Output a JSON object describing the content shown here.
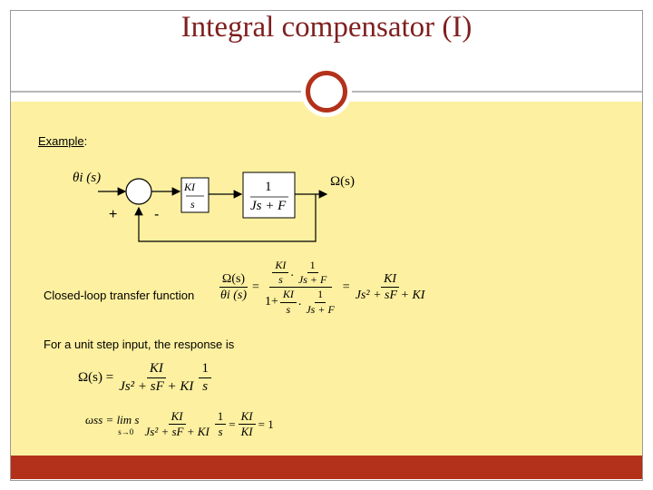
{
  "slide": {
    "title": "Integral compensator (I)",
    "example_label": "Example",
    "example_colon": ":",
    "closed_loop_label": "Closed-loop transfer function",
    "step_label": "For a unit step input, the response is"
  },
  "block_diagram": {
    "input": "θi (s)",
    "output": "Ω(s)",
    "plus": "+",
    "minus": "-",
    "controller_num": "KI",
    "controller_den": "s",
    "plant_num": "1",
    "plant_den": "Js + F"
  },
  "equations": {
    "tf_lhs_num": "Ω(s)",
    "tf_lhs_den": "θi (s)",
    "tf_mid_num_a": "KI",
    "tf_mid_num_b": "1",
    "tf_mid_num_a_den": "s",
    "tf_mid_num_b_den": "Js + F",
    "tf_mid_den_prefix": "1+",
    "tf_mid_den_a": "KI",
    "tf_mid_den_b": "1",
    "tf_mid_den_a_den": "s",
    "tf_mid_den_b_den": "Js + F",
    "tf_rhs_num": "KI",
    "tf_rhs_den": "Js² + sF + KI",
    "resp_lhs": "Ω(s) =",
    "resp_num": "KI",
    "resp_den": "Js² + sF + KI",
    "resp_frac2_num": "1",
    "resp_frac2_den": "s",
    "ss_lhs": "ωss = lim s",
    "ss_lim_sub": "s→0",
    "ss_num": "KI",
    "ss_den": "Js² + sF + KI",
    "ss_frac2_num": "1",
    "ss_frac2_den": "s",
    "ss_eq_num": "KI",
    "ss_eq_den": "KI",
    "ss_result": "= 1",
    "eq": "="
  },
  "colors": {
    "accent": "#b3311a",
    "title": "#7f1f1f",
    "content_bg": "#fdf0a0"
  }
}
